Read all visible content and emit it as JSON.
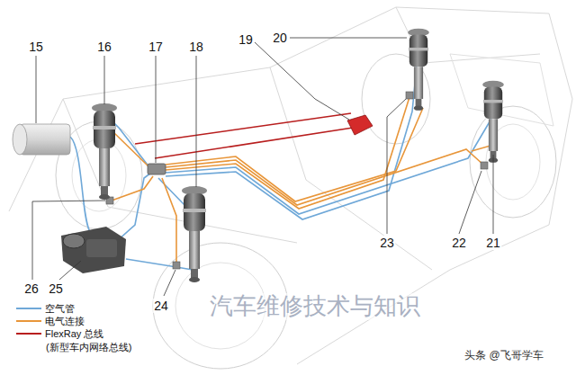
{
  "diagram": {
    "labels": [
      "15",
      "16",
      "17",
      "18",
      "19",
      "20",
      "26",
      "25",
      "24",
      "23",
      "22",
      "21",
      "(新型车内网络总线)",
      "汽车维修技术与知识",
      "头条 @飞哥学车"
    ],
    "legend": [
      {
        "text": "空气管"
      },
      {
        "text": "电气连接"
      },
      {
        "text": "FlexRay 总线"
      }
    ]
  }
}
